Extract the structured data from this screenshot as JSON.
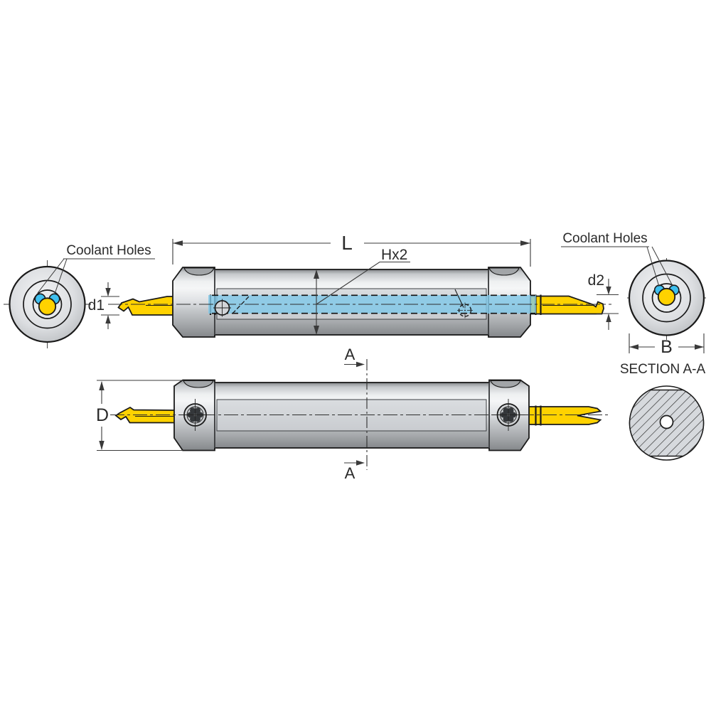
{
  "drawing": {
    "labels": {
      "coolant_holes_left": "Coolant Holes",
      "coolant_holes_right": "Coolant Holes",
      "overall_length": "L",
      "height_across_flats": "Hx2",
      "tip_diameter_left": "d1",
      "tip_diameter_right": "d2",
      "end_diameter_b": "B",
      "body_diameter_d": "D",
      "section_title": "SECTION A-A",
      "section_cut_top": "A",
      "section_cut_bottom": "A"
    },
    "colors": {
      "carbide_tip_yellow": "#FFD200",
      "coolant_hole_cyan": "#3FC0EE",
      "coolant_channel_blue": "#7FC8E8",
      "outline": "#1A1A1A"
    }
  }
}
